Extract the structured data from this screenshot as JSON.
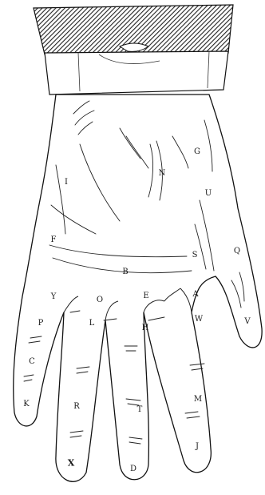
{
  "labels": {
    "G": "G",
    "N": "N",
    "U": "U",
    "I": "I",
    "F": "F",
    "S": "S",
    "Q": "Q",
    "B": "B",
    "E": "E",
    "A": "A",
    "V": "V",
    "Y": "Y",
    "O": "O",
    "P": "P",
    "W": "W",
    "L": "L",
    "H": "H",
    "C": "C",
    "K": "K",
    "R": "R",
    "T": "T",
    "M": "M",
    "J": "J",
    "X": "X",
    "D": "D"
  }
}
